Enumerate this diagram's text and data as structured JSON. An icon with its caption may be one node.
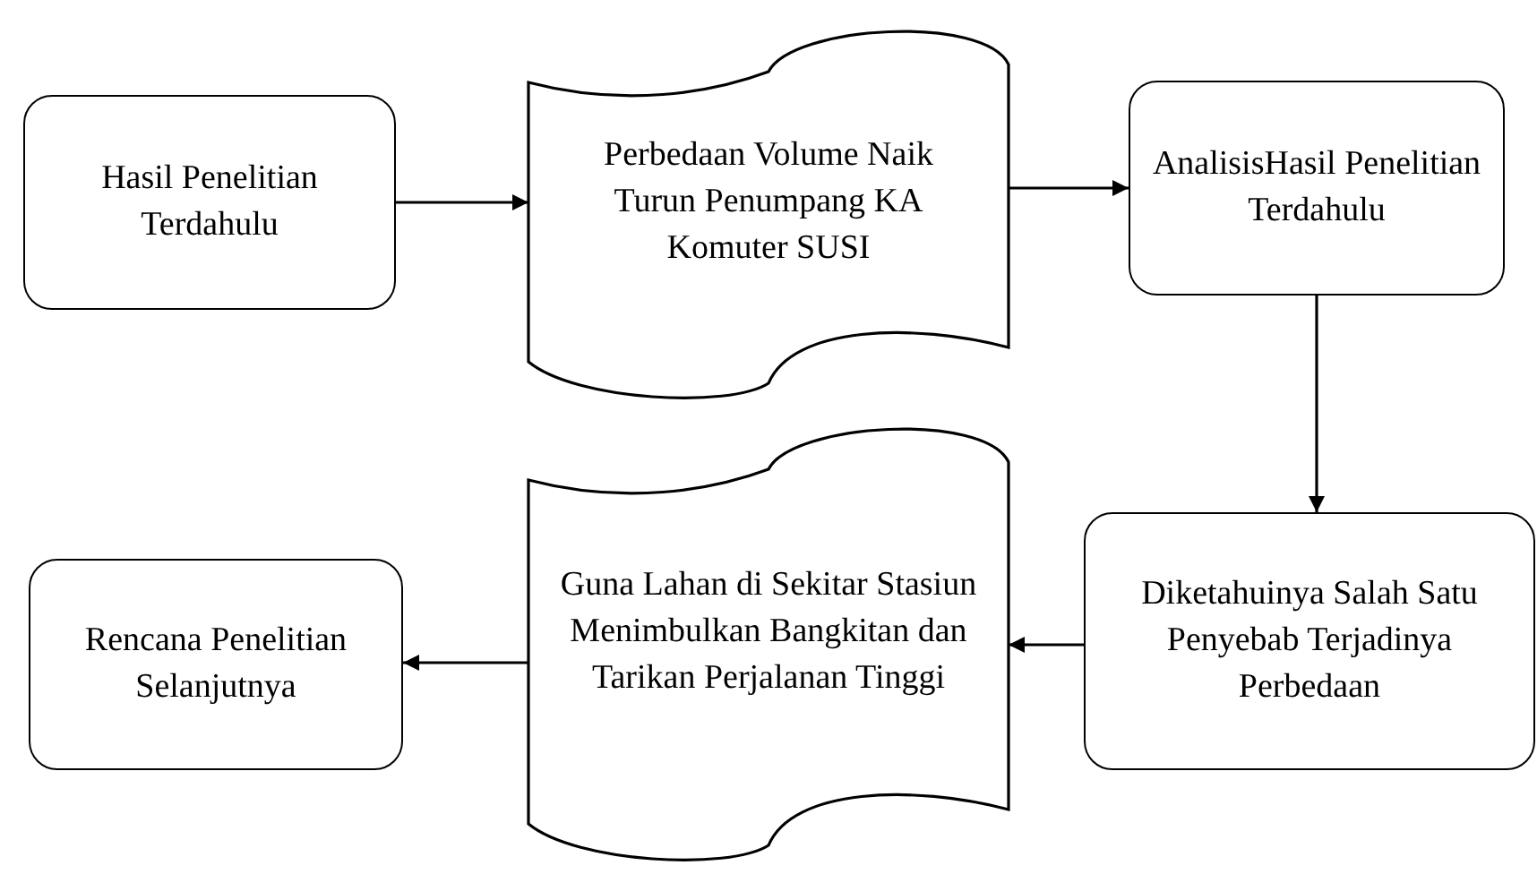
{
  "diagram": {
    "nodes": [
      {
        "text": [
          "Hasil Penelitian Terdahulu"
        ]
      },
      {
        "text": [
          "Perbedaan Volume Naik Turun Penumpang KA Komuter SUSI"
        ]
      },
      {
        "text": [
          "AnalisisHasil Penelitian Terdahulu"
        ]
      },
      {
        "text": [
          "Diketahuinya Salah Satu Penyebab Terjadinya Perbedaan"
        ]
      },
      {
        "text": [
          "Guna Lahan di Sekitar Stasiun Menimbulkan Bangkitan dan Tarikan Perjalanan Tinggi"
        ]
      },
      {
        "text": [
          "Rencana Penelitian Selanjutnya"
        ]
      }
    ],
    "edges": [
      {
        "from": 0,
        "to": 1,
        "arrow": "to"
      },
      {
        "from": 1,
        "to": 2,
        "arrow": "to"
      },
      {
        "from": 2,
        "to": 3,
        "arrow": "to"
      },
      {
        "from": 3,
        "to": 4,
        "arrow": "to"
      },
      {
        "from": 4,
        "to": 5,
        "arrow": "to"
      }
    ]
  }
}
